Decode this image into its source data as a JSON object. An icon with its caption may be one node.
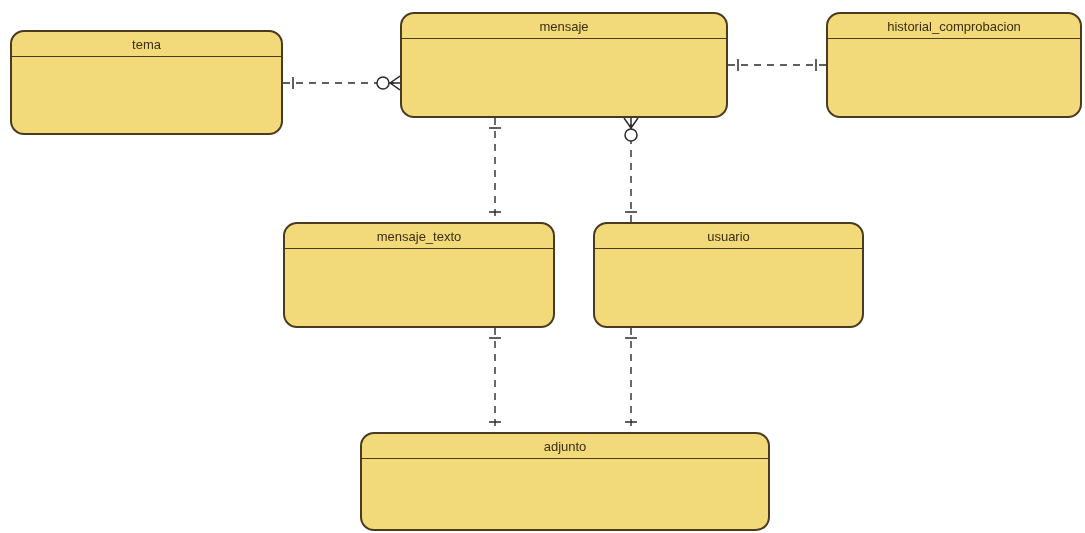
{
  "diagram": {
    "nodes": [
      {
        "text": [
          "tema"
        ]
      },
      {
        "text": [
          "mensaje"
        ]
      },
      {
        "text": [
          "historial_comprobacion"
        ]
      },
      {
        "text": [
          "mensaje_texto"
        ]
      },
      {
        "text": [
          "usuario"
        ]
      },
      {
        "text": [
          "adjunto"
        ]
      }
    ],
    "edges": [
      {
        "from": 0,
        "to": 1,
        "arrow": "other",
        "style": "dashed"
      },
      {
        "from": 1,
        "to": 2,
        "arrow": "other",
        "style": "dashed"
      },
      {
        "from": 1,
        "to": 3,
        "arrow": "other",
        "style": "dashed"
      },
      {
        "from": 4,
        "to": 1,
        "arrow": "other",
        "style": "dashed"
      },
      {
        "from": 3,
        "to": 5,
        "arrow": "other",
        "style": "dashed"
      },
      {
        "from": 4,
        "to": 5,
        "arrow": "other",
        "style": "dashed"
      }
    ]
  }
}
